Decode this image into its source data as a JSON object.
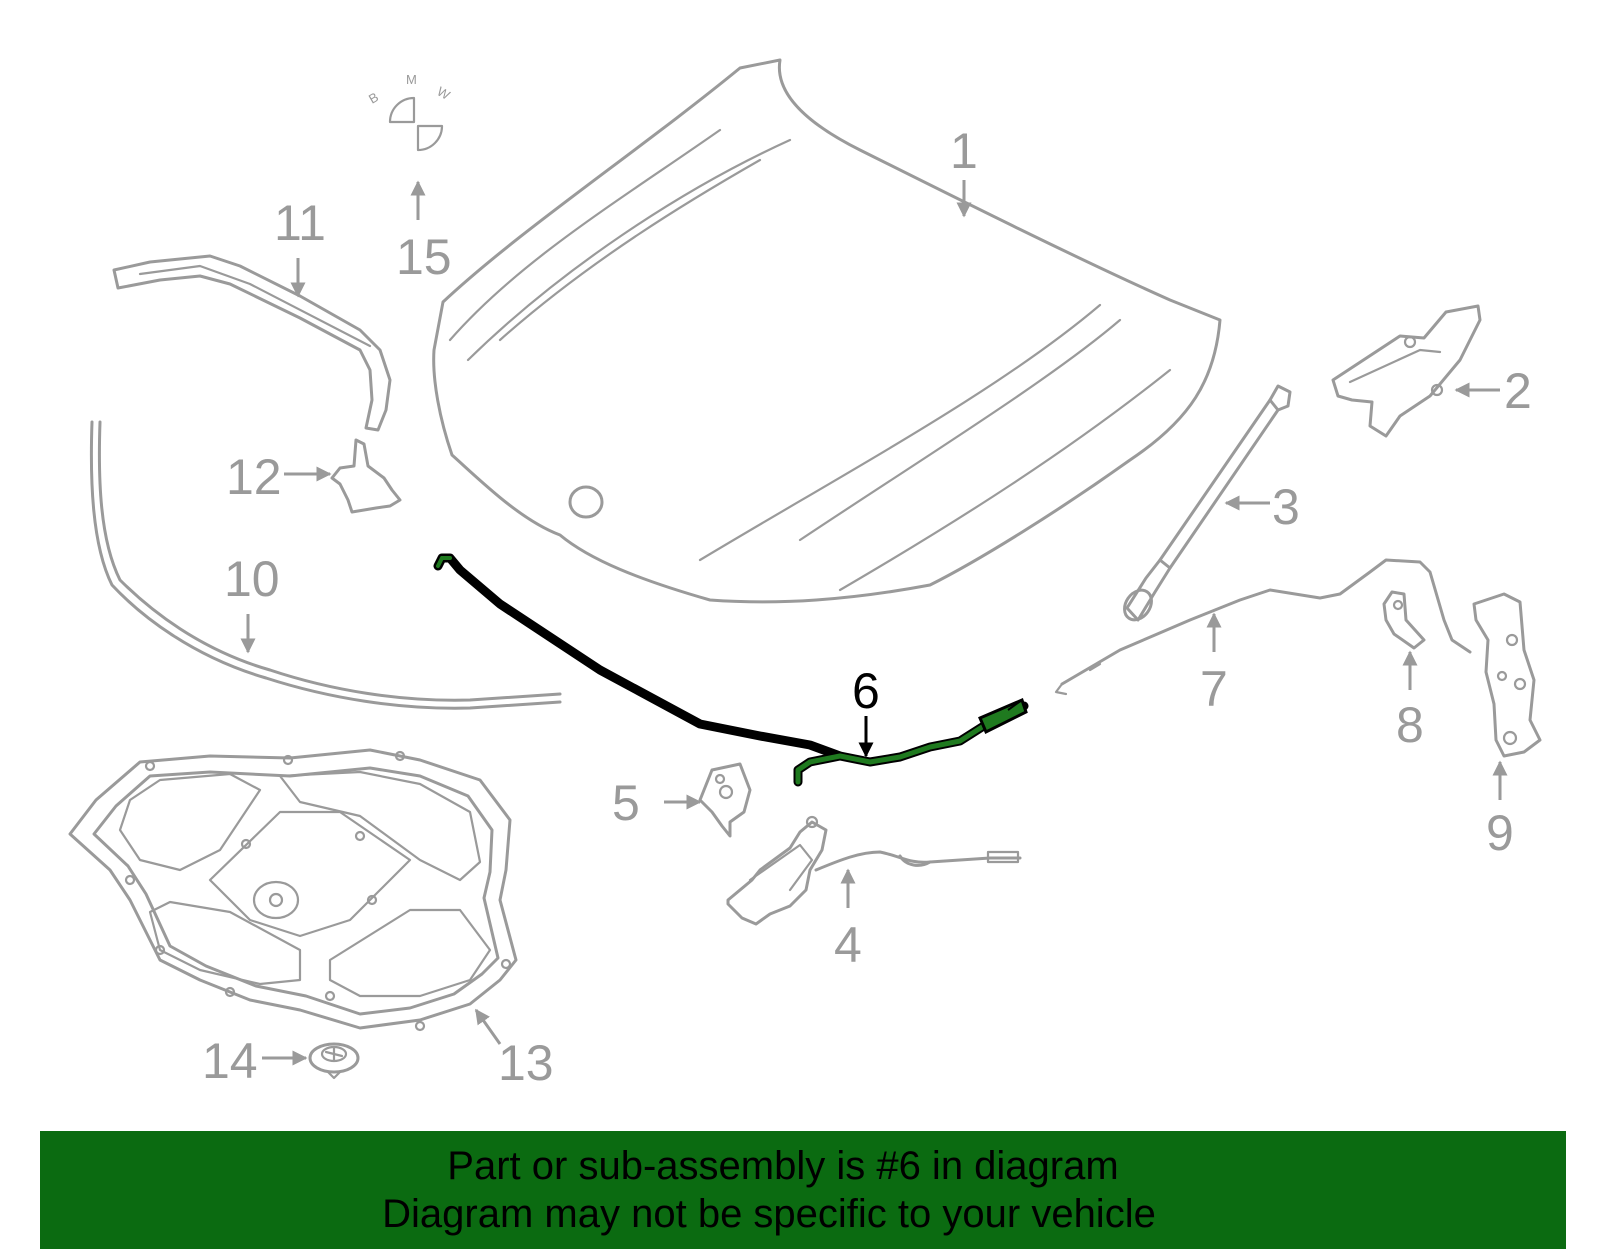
{
  "callouts": {
    "p1": "1",
    "p2": "2",
    "p3": "3",
    "p4": "4",
    "p5": "5",
    "p6": "6",
    "p7": "7",
    "p8": "8",
    "p9": "9",
    "p10": "10",
    "p11": "11",
    "p12": "12",
    "p13": "13",
    "p14": "14",
    "p15": "15"
  },
  "logo": {
    "letter_b": "B",
    "letter_m": "M",
    "letter_w": "W"
  },
  "highlighted_part": "6",
  "banner": {
    "line1": "Part or sub-assembly is #6 in diagram",
    "line2": "Diagram may not be specific to your vehicle",
    "background": "#0b6b11"
  },
  "colors": {
    "part_outline": "#9a9a9a",
    "highlight_fill": "#1f7a1f",
    "highlight_outline": "#000000"
  },
  "icons": {
    "logo": "bmw-roundel-icon",
    "arrows": "callout-arrow-icon"
  }
}
